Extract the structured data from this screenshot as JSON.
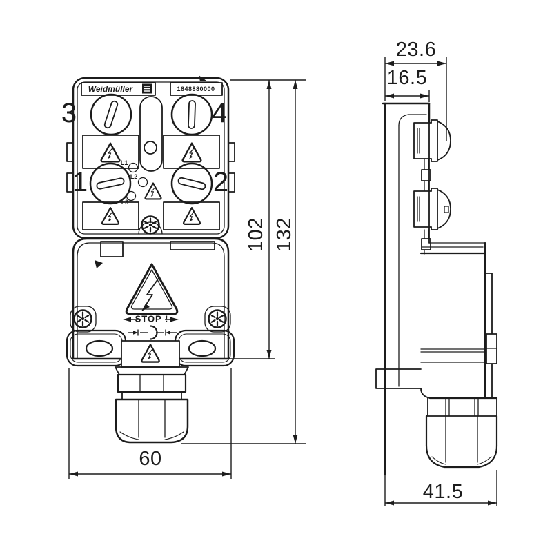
{
  "device": {
    "brand": "Weidmüller",
    "part_number": "1848880000",
    "ports": [
      "1",
      "2",
      "3",
      "4"
    ],
    "leds": [
      "L1",
      "L2",
      "L3"
    ],
    "stop_label": "STOP !"
  },
  "dimensions": {
    "front_width": "60",
    "front_height_body": "102",
    "front_height_total": "132",
    "side_depth_head": "23.6",
    "side_depth_face": "16.5",
    "side_depth_total": "41.5"
  },
  "icons": {
    "warning": "lightning-warning-triangle-icon",
    "screw": "torx-screw-icon",
    "led": "led-indicator-icon",
    "screwdriver": "screwdriver-slot-icon",
    "logo": "weidmueller-logo-icon"
  },
  "colors": {
    "line": "#1c1c1c",
    "background": "#ffffff"
  }
}
